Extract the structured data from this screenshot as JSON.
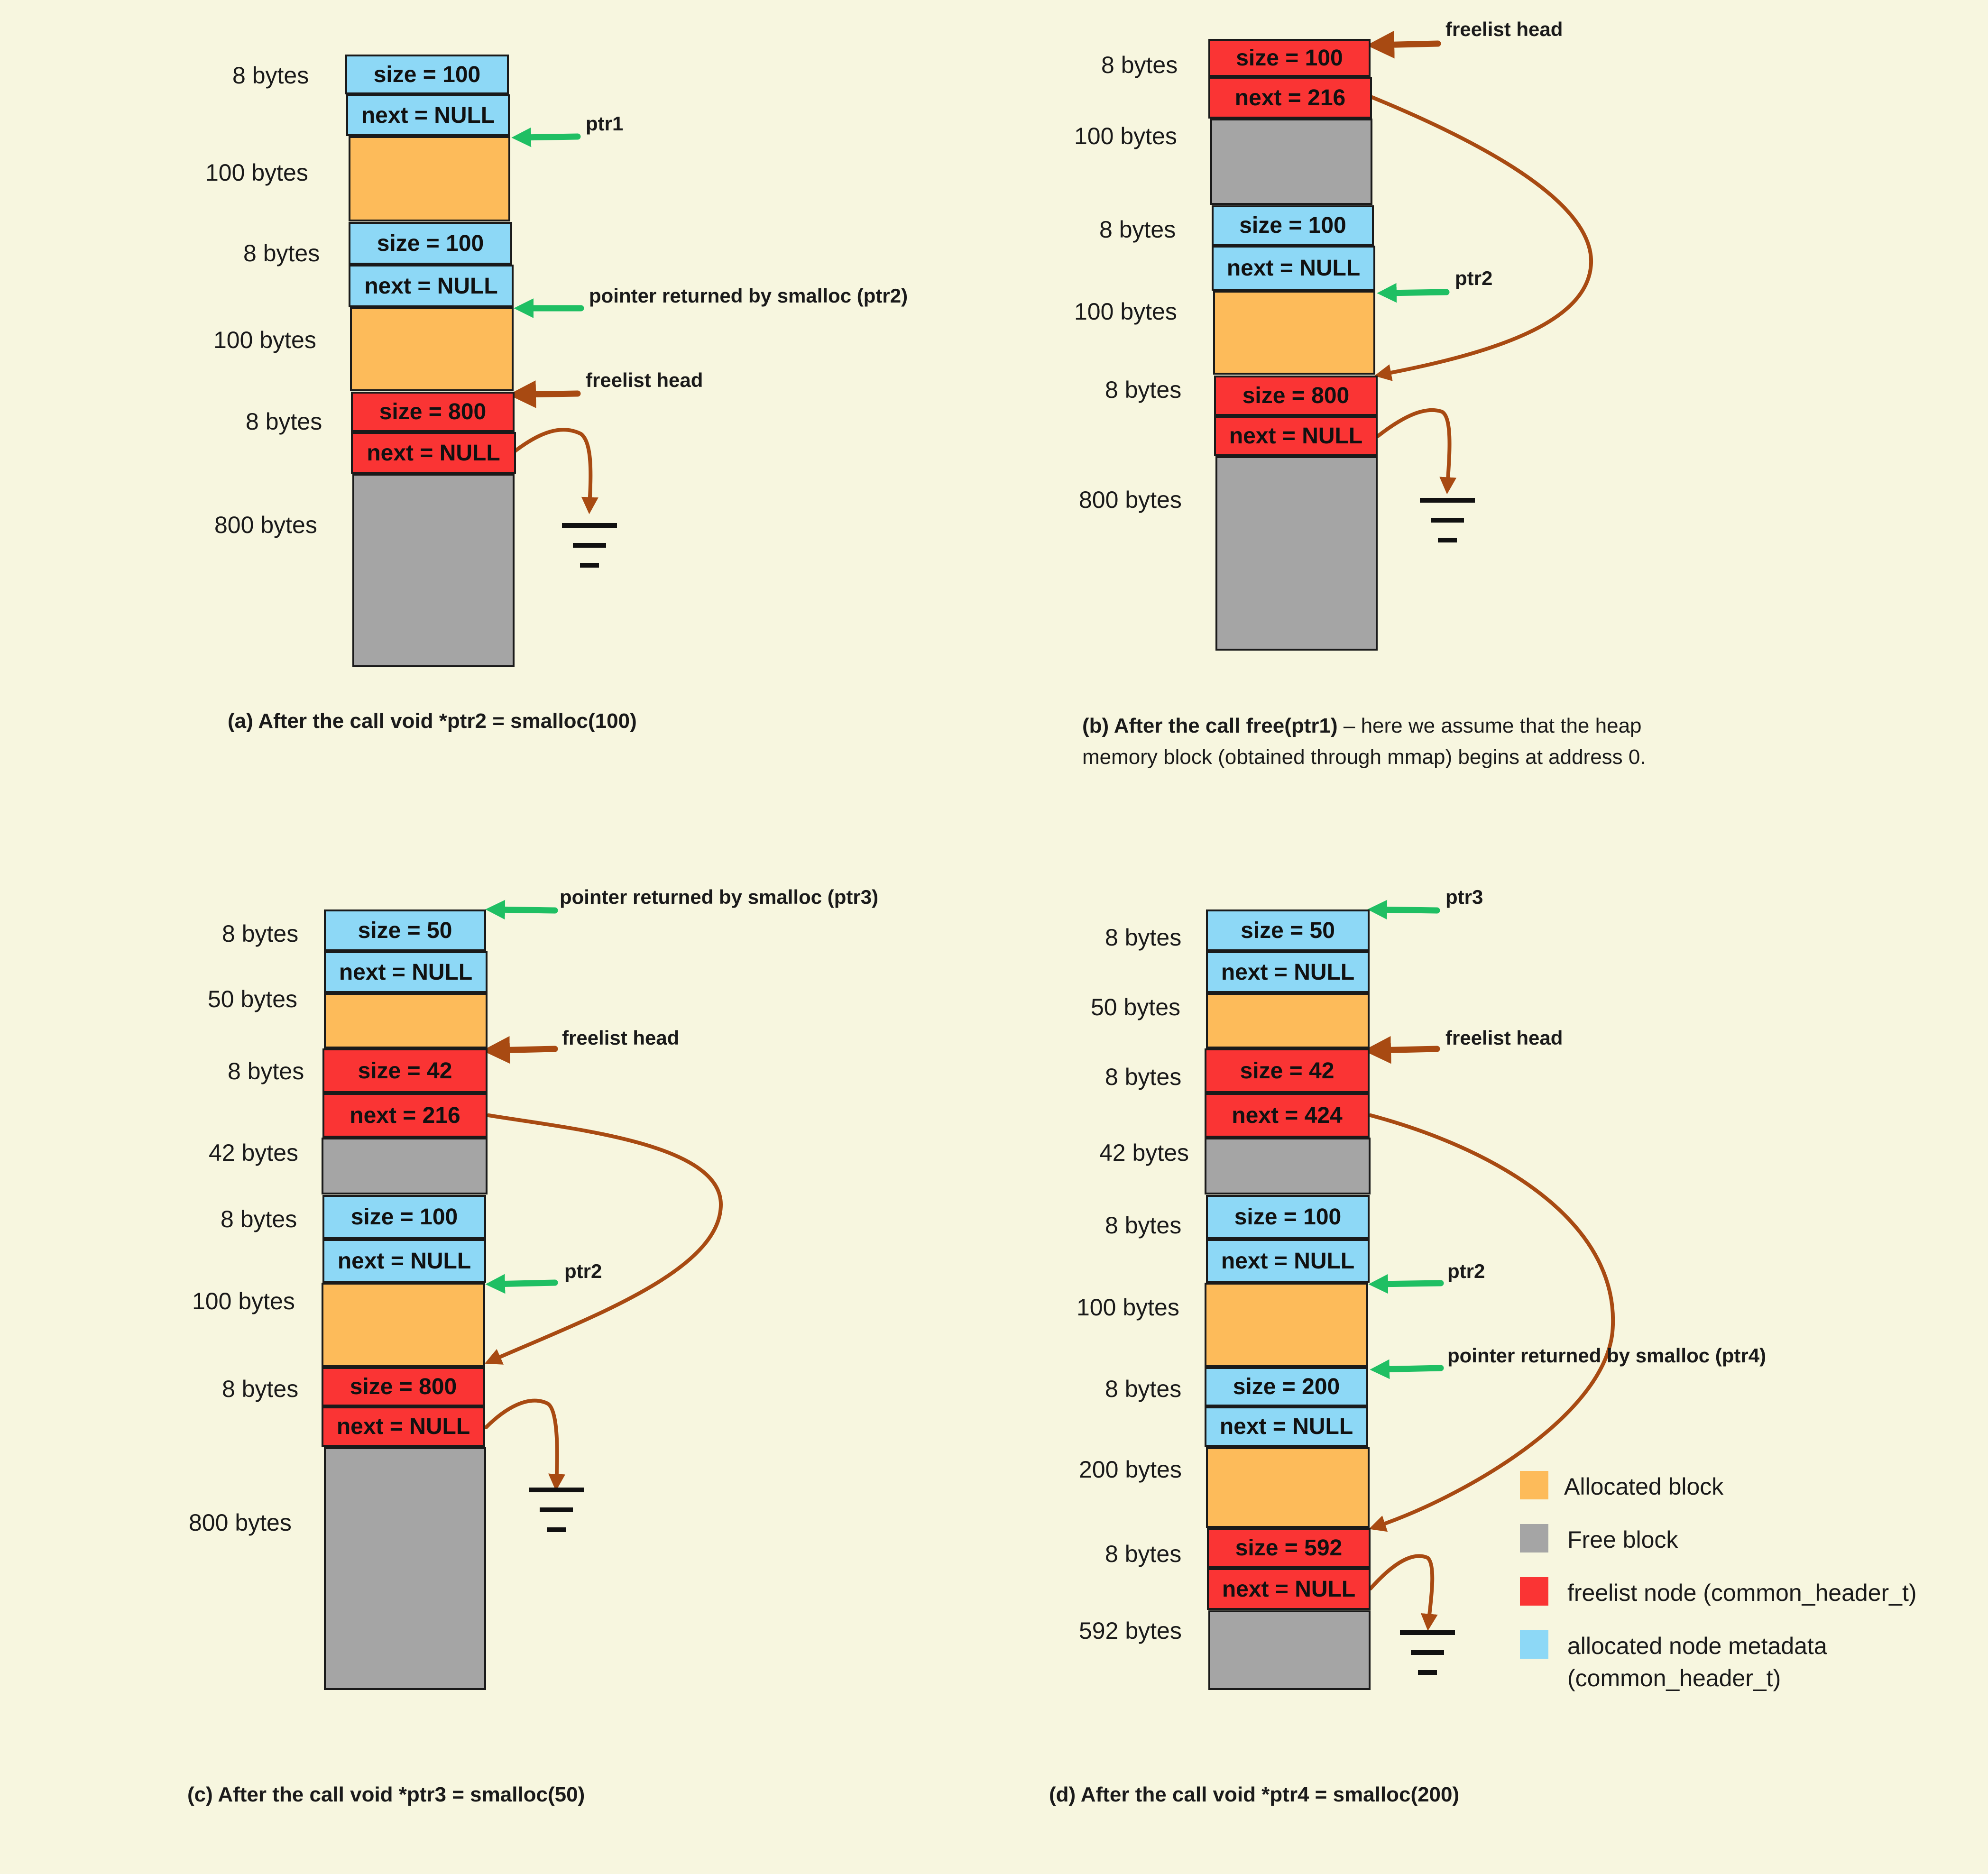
{
  "panels": {
    "a": {
      "size_labels": [
        "8 bytes",
        "100 bytes",
        "8 bytes",
        "100 bytes",
        "8 bytes",
        "800 bytes"
      ],
      "blocks": [
        "size = 100",
        "next = NULL",
        "",
        "size = 100",
        "next = NULL",
        "",
        "size = 800",
        "next = NULL",
        ""
      ],
      "annotations": {
        "ptr1": "ptr1",
        "ptr2": "pointer returned  by smalloc (ptr2)",
        "freelist_head": "freelist head"
      },
      "caption": "(a) After the call void *ptr2 = smalloc(100)"
    },
    "b": {
      "size_labels": [
        "8 bytes",
        "100 bytes",
        "8 bytes",
        "100 bytes",
        "8 bytes",
        "800 bytes"
      ],
      "blocks": [
        "size = 100",
        "next = 216",
        "",
        "size = 100",
        "next = NULL",
        "",
        "size = 800",
        "next = NULL",
        ""
      ],
      "annotations": {
        "freelist_head": "freelist head",
        "ptr2": "ptr2"
      },
      "caption_bold": "(b) After the call free(ptr1)",
      "caption_rest_1": "  – here we  assume that the  heap",
      "caption_rest_2": "memory block (obtained through mmap) begins at address 0."
    },
    "c": {
      "size_labels": [
        "8 bytes",
        "50 bytes",
        "8 bytes",
        "42 bytes",
        "8 bytes",
        "100 bytes",
        "8 bytes",
        "800 bytes"
      ],
      "blocks": [
        "size = 50",
        "next = NULL",
        "",
        "size = 42",
        "next = 216",
        "",
        "size = 100",
        "next = NULL",
        "",
        "size = 800",
        "next = NULL",
        ""
      ],
      "annotations": {
        "ptr3": "pointer returned  by smalloc (ptr3)",
        "freelist_head": "freelist head",
        "ptr2": "ptr2"
      },
      "caption": "(c) After the call void *ptr3 = smalloc(50)"
    },
    "d": {
      "size_labels": [
        "8 bytes",
        "50 bytes",
        "8 bytes",
        "42 bytes",
        "8 bytes",
        "100 bytes",
        "8 bytes",
        "200 bytes",
        "8 bytes",
        "592 bytes"
      ],
      "blocks": [
        "size = 50",
        "next = NULL",
        "",
        "size = 42",
        "next = 424",
        "",
        "size = 100",
        "next = NULL",
        "",
        "size = 200",
        "next = NULL",
        "",
        "size = 592",
        "next = NULL",
        ""
      ],
      "annotations": {
        "ptr3": "ptr3",
        "freelist_head": "freelist head",
        "ptr2": "ptr2",
        "ptr4": "pointer returned  by smalloc (ptr4)"
      },
      "caption": "(d) After the call void *ptr4 = smalloc(200)"
    }
  },
  "legend": [
    {
      "label": "Allocated block",
      "color": "#fdbb5a"
    },
    {
      "label": "Free block",
      "color": "#a5a5a5"
    },
    {
      "label": "freelist node (common_header_t)",
      "color": "#fa3434"
    },
    {
      "label": "allocated node metadata",
      "label2": "(common_header_t)",
      "color": "#8dd8f6"
    }
  ],
  "colors": {
    "alloc_header": "#8dd8f6",
    "free_header": "#fa3434",
    "allocated": "#fdbb5a",
    "free": "#a5a5a5",
    "pointer_arrow": "#1fbf63",
    "link_arrow": "#a84a12"
  }
}
